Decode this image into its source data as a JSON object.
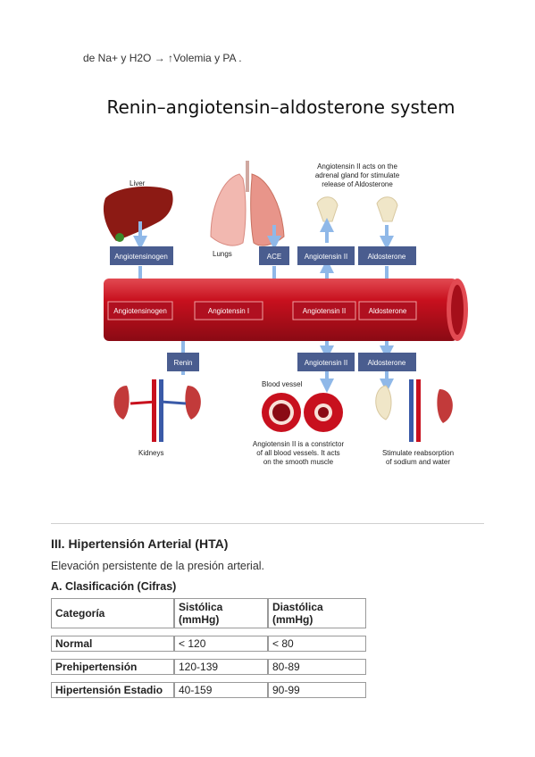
{
  "intro_line": "de Na+ y H2O → ↑Volemia y PA .",
  "diagram": {
    "title": "Renin–angiotensin–aldosterone system",
    "liver": "Liver",
    "lungs": "Lungs",
    "kidneys": "Kidneys",
    "blood_vessel": "Blood vessel",
    "adrenal_note": [
      "Angiotensin II acts on the",
      "adrenal gland for stimulate",
      "release of Aldosterone"
    ],
    "constrictor_note": [
      "Angiotensin II is a constrictor",
      "of all blood vessels. It acts",
      "on the smooth muscle"
    ],
    "reabsorption_note": [
      "Stimulate reabsorption",
      "of sodium and water"
    ],
    "boxes": {
      "angiotensinogen_top": "Angiotensinogen",
      "ace": "ACE",
      "angiotensin2_top": "Angiotensin II",
      "aldosterone_top": "Aldosterone",
      "angiotensinogen_vessel": "Angiotensinogen",
      "angiotensin1_vessel": "Angiotensin I",
      "angiotensin2_vessel": "Angiotensin II",
      "aldosterone_vessel": "Aldosterone",
      "renin": "Renin",
      "angiotensin2_bottom": "Angiotensin II",
      "aldosterone_bottom": "Aldosterone"
    },
    "colors": {
      "box": "#4a5d8f",
      "vessel": "#c8101e",
      "arrow": "#8fb8e8"
    }
  },
  "section": {
    "heading": "III. Hipertensión Arterial (HTA)",
    "paragraph": "Elevación persistente de la presión arterial.",
    "subheading": "A. Clasificación (Cifras)"
  },
  "table": {
    "headers": [
      "Categoría",
      "Sistólica (mmHg)",
      "Diastólica (mmHg)"
    ],
    "rows": [
      [
        "Normal",
        "< 120",
        "< 80"
      ],
      [
        "Prehipertensión",
        "120-139",
        "80-89"
      ],
      [
        "Hipertensión Estadio",
        "40-159",
        "90-99"
      ]
    ]
  }
}
